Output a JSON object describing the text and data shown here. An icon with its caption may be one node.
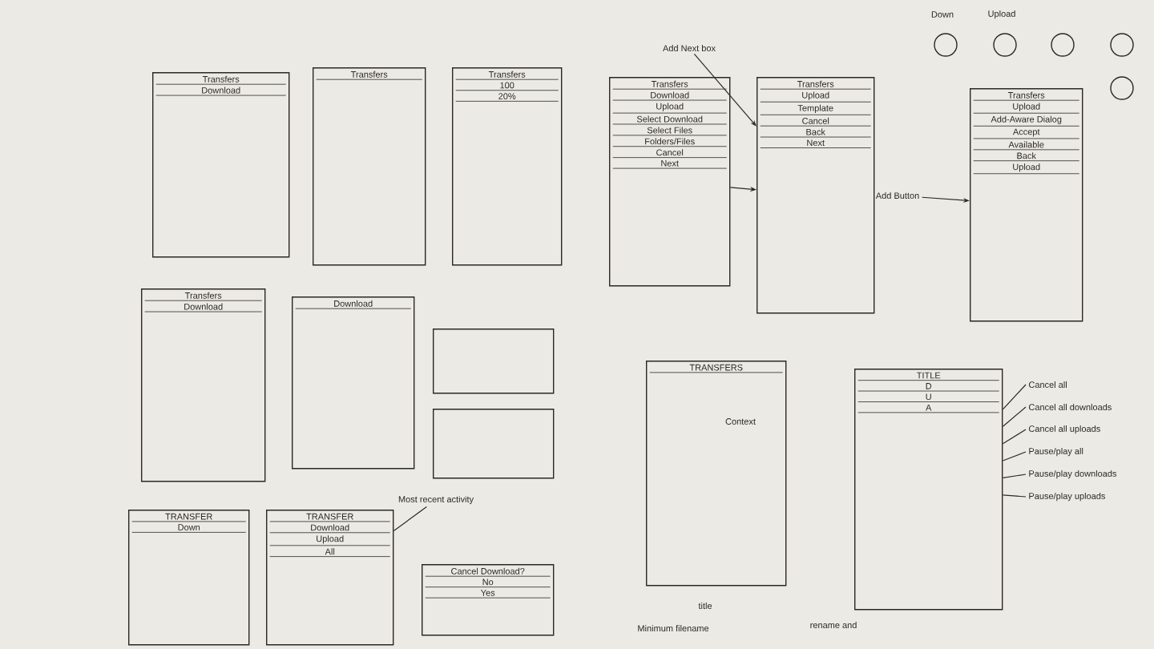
{
  "diagram": {
    "nodes": [
      {
        "text": [
          "Transfers",
          "Download"
        ]
      },
      {
        "text": [
          "Transfers"
        ]
      },
      {
        "text": [
          "Transfers",
          "100",
          "20%"
        ]
      },
      {
        "text": [
          "Transfers",
          "Download",
          "Upload",
          "Select Download",
          "Select Files",
          "Folders/Files",
          "Cancel",
          "Next"
        ]
      },
      {
        "text": [
          "Transfers",
          "Upload",
          "Template",
          "Cancel",
          "Back",
          "Next"
        ]
      },
      {
        "text": [
          "Transfers",
          "Upload",
          "Add-Aware Dialog",
          "Accept",
          "Available",
          "Back",
          "Upload"
        ]
      },
      {
        "text": [
          "Add Next box"
        ]
      },
      {
        "text": [
          "Add Button"
        ]
      },
      {
        "text": [
          "Transfers",
          "Download"
        ]
      },
      {
        "text": [
          "Download"
        ]
      },
      {
        "text": [],
        "shape": "box"
      },
      {
        "text": [],
        "shape": "box"
      },
      {
        "text": [
          "TRANSFERS"
        ]
      },
      {
        "text": [
          "TITLE",
          "D",
          "U",
          "A"
        ]
      },
      {
        "text": [
          "Cancel all"
        ]
      },
      {
        "text": [
          "Cancel all downloads"
        ]
      },
      {
        "text": [
          "Cancel all uploads"
        ]
      },
      {
        "text": [
          "Pause/play all"
        ]
      },
      {
        "text": [
          "Pause/play downloads"
        ]
      },
      {
        "text": [
          "Pause/play uploads"
        ]
      },
      {
        "text": [
          "TRANSFER",
          "Down"
        ]
      },
      {
        "text": [
          "TRANSFER",
          "Download",
          "Upload",
          "All"
        ]
      },
      {
        "text": [
          "Most recent activity"
        ]
      },
      {
        "text": [
          "Cancel Download?",
          "No",
          "Yes"
        ]
      }
    ],
    "edges": [
      {
        "from": 6,
        "to": 4,
        "arrow": "to"
      },
      {
        "from": 3,
        "to": 4,
        "arrow": "to"
      },
      {
        "from": 7,
        "to": 5,
        "arrow": "to"
      },
      {
        "from": 22,
        "to": 21,
        "arrow": "none"
      },
      {
        "from": 13,
        "to": 14,
        "arrow": "none"
      },
      {
        "from": 13,
        "to": 15,
        "arrow": "none"
      },
      {
        "from": 13,
        "to": 16,
        "arrow": "none"
      },
      {
        "from": 13,
        "to": 17,
        "arrow": "none"
      },
      {
        "from": 13,
        "to": 18,
        "arrow": "none"
      },
      {
        "from": 13,
        "to": 19,
        "arrow": "none"
      }
    ],
    "labels": [
      "Down",
      "Upload",
      "Context",
      "title",
      "Minimum filename",
      "rename and"
    ]
  }
}
